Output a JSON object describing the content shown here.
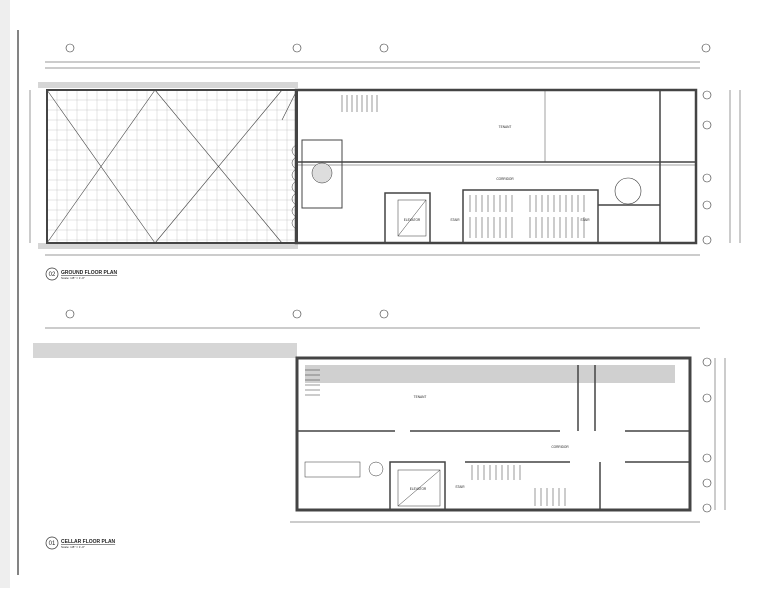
{
  "sheet": {
    "plans": [
      {
        "number": "02",
        "title": "GROUND FLOOR PLAN",
        "scale": "Scale: 1/8\" = 1'-0\""
      },
      {
        "number": "01",
        "title": "CELLAR FLOOR PLAN",
        "scale": "Scale: 1/8\" = 1'-0\""
      }
    ],
    "ground_rooms": {
      "tenant": "TENANT",
      "corridor": "CORRIDOR",
      "elevator": "ELEVATOR",
      "stair_a": "STAIR",
      "stair_b": "STAIR"
    },
    "cellar_rooms": {
      "tenant": "TENANT",
      "corridor": "CORRIDOR",
      "elevator": "ELEVATOR",
      "stair": "STAIR"
    },
    "colors": {
      "line": "#222222",
      "wall": "#555555",
      "hatch": "#c8c8c8",
      "margin": "#eeeeee"
    }
  }
}
